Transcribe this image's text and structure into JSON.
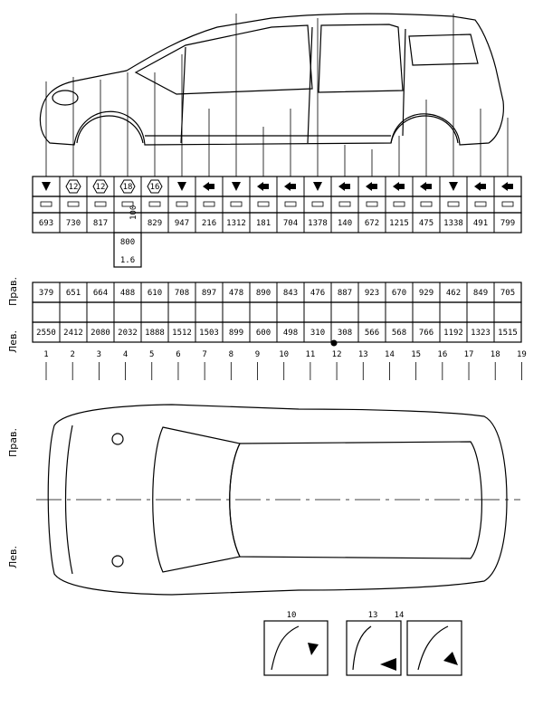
{
  "labels": {
    "right_upper": "Прав.",
    "left_upper": "Лев.",
    "right_lower": "Прав.",
    "left_lower": "Лев."
  },
  "side_row": [
    "693",
    "730",
    "817",
    "",
    "829",
    "947",
    "216",
    "1312",
    "181",
    "704",
    "1378",
    "140",
    "672",
    "1215",
    "475",
    "1338",
    "491",
    "799"
  ],
  "bolt_sizes": [
    "12",
    "12",
    "18",
    "16"
  ],
  "extra": {
    "bolt_len": "100",
    "v800": "800",
    "v16": "1.6"
  },
  "right_row": [
    "379",
    "651",
    "664",
    "488",
    "610",
    "708",
    "897",
    "478",
    "890",
    "843",
    "476",
    "887",
    "923",
    "670",
    "929",
    "462",
    "849",
    "705"
  ],
  "left_row": [
    "2550",
    "2412",
    "2080",
    "2032",
    "1888",
    "1512",
    "1503",
    "899",
    "600",
    "498",
    "310",
    "308",
    "566",
    "568",
    "766",
    "1192",
    "1323",
    "1515"
  ],
  "point_numbers": [
    "1",
    "2",
    "3",
    "4",
    "5",
    "6",
    "7",
    "8",
    "9",
    "10",
    "11",
    "12",
    "13",
    "14",
    "15",
    "16",
    "17",
    "18",
    "19"
  ],
  "detail_labels": [
    "10",
    "13",
    "14"
  ]
}
